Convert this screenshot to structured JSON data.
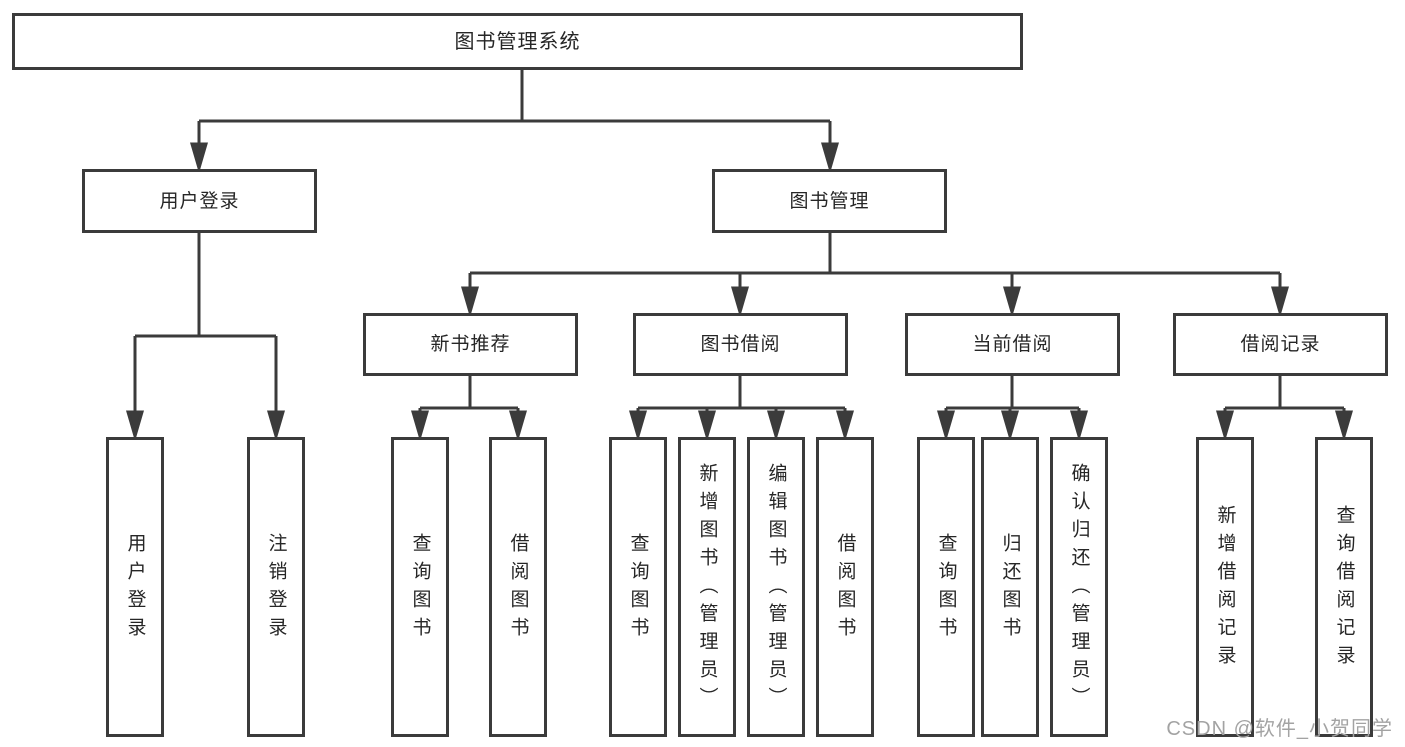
{
  "tree": {
    "root": {
      "label": "图书管理系统"
    },
    "login": {
      "label": "用户登录",
      "leaves": [
        {
          "label": "用户登录"
        },
        {
          "label": "注销登录"
        }
      ]
    },
    "mgmt": {
      "label": "图书管理",
      "children": [
        {
          "label": "新书推荐",
          "leaves": [
            {
              "label": "查询图书"
            },
            {
              "label": "借阅图书"
            }
          ]
        },
        {
          "label": "图书借阅",
          "leaves": [
            {
              "label": "查询图书"
            },
            {
              "label": "新增图书（管理员）"
            },
            {
              "label": "编辑图书（管理员）"
            },
            {
              "label": "借阅图书"
            }
          ]
        },
        {
          "label": "当前借阅",
          "leaves": [
            {
              "label": "查询图书"
            },
            {
              "label": "归还图书"
            },
            {
              "label": "确认归还（管理员）"
            }
          ]
        },
        {
          "label": "借阅记录",
          "leaves": [
            {
              "label": "新增借阅记录"
            },
            {
              "label": "查询借阅记录"
            }
          ]
        }
      ]
    }
  },
  "watermark": {
    "text": "CSDN @软件_小贺同学"
  },
  "colors": {
    "line": "#3b3b3b",
    "text": "#262626",
    "watermark": "#a3a3a3",
    "background": "#ffffff"
  }
}
